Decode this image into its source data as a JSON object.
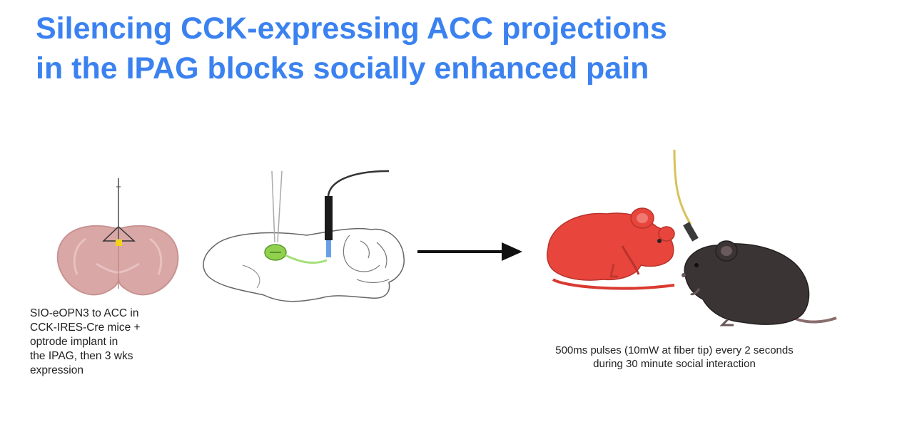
{
  "title": {
    "line1": "Silencing CCK-expressing ACC projections",
    "line2": "in the IPAG blocks socially enhanced pain"
  },
  "step1": {
    "caption_lines": [
      "SIO-eOPN3 to ACC in",
      "CCK-IRES-Cre mice +",
      "optrode implant in",
      "the IPAG, then 3 wks",
      "expression"
    ]
  },
  "step2": {
    "caption_lines": [
      "500ms pulses (10mW at fiber tip) every 2 seconds",
      "during 30 minute social interaction"
    ]
  },
  "colors": {
    "title": "#3b82f0",
    "brain_section": "#d9a7a6",
    "injection_site": "#8fd14f",
    "red_mouse": "#e8453c",
    "black_mouse": "#3a3435",
    "fiber": "#d8c25a"
  }
}
